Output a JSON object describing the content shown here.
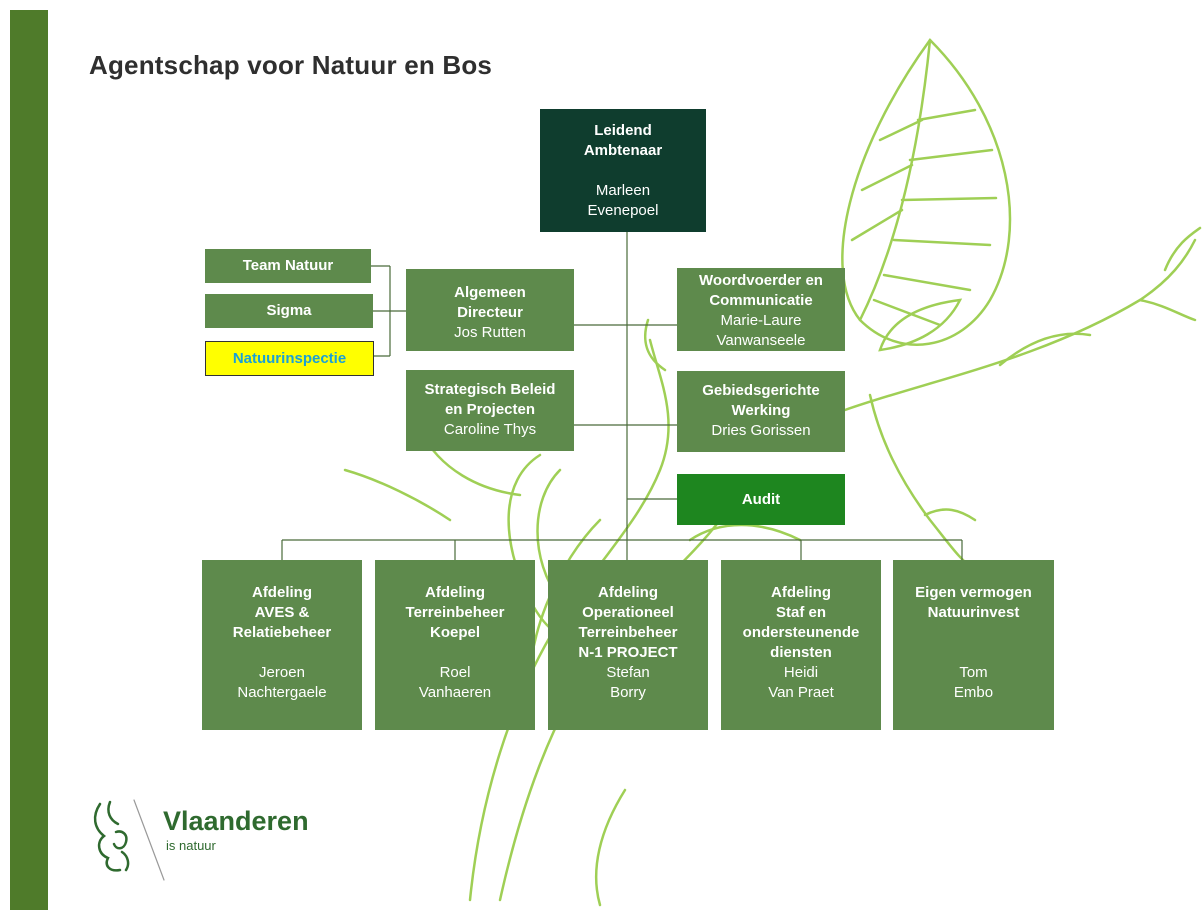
{
  "page": {
    "title": "Agentschap voor Natuur en Bos"
  },
  "colors": {
    "sidebar": "#4f7b2a",
    "dark": "#0f3d2e",
    "mid": "#5e8a4c",
    "audit": "#1e861f",
    "highlight": "#ffff00",
    "highlight_text": "#1aa0d8",
    "leaf": "#8cc63f"
  },
  "org": {
    "leidend": {
      "title": "Leidend\nAmbtenaar",
      "person": "Marleen\nEvenepoel"
    },
    "algemeen": {
      "title": "Algemeen\nDirecteur",
      "person": "Jos Rutten"
    },
    "team_natuur": {
      "title": "Team Natuur"
    },
    "sigma": {
      "title": "Sigma"
    },
    "natuurinspectie": {
      "title": "Natuurinspectie"
    },
    "woordvoerder": {
      "title": "Woordvoerder en\nCommunicatie",
      "person": "Marie-Laure\nVanwanseele"
    },
    "strategisch": {
      "title": "Strategisch Beleid\nen Projecten",
      "person": "Caroline Thys"
    },
    "gebiedsgerichte": {
      "title": "Gebiedsgerichte\nWerking",
      "person": "Dries Gorissen"
    },
    "audit": {
      "title": "Audit"
    },
    "afdelingen": [
      {
        "title": "Afdeling\nAVES &\nRelatiebeheer",
        "person": "Jeroen\nNachtergaele"
      },
      {
        "title": "Afdeling\nTerreinbeheer\nKoepel",
        "person": "Roel\nVanhaeren"
      },
      {
        "title": "Afdeling\nOperationeel\nTerreinbeheer\nN-1 PROJECT",
        "person": "Stefan\nBorry"
      },
      {
        "title": "Afdeling\nStaf en\nondersteunende\ndiensten",
        "person": "Heidi\nVan Praet"
      },
      {
        "title": "Eigen vermogen\nNatuurinvest",
        "person": "Tom\nEmbo"
      }
    ]
  },
  "logo": {
    "name": "Vlaanderen",
    "tagline": "is natuur",
    "icon": "lion-icon"
  }
}
